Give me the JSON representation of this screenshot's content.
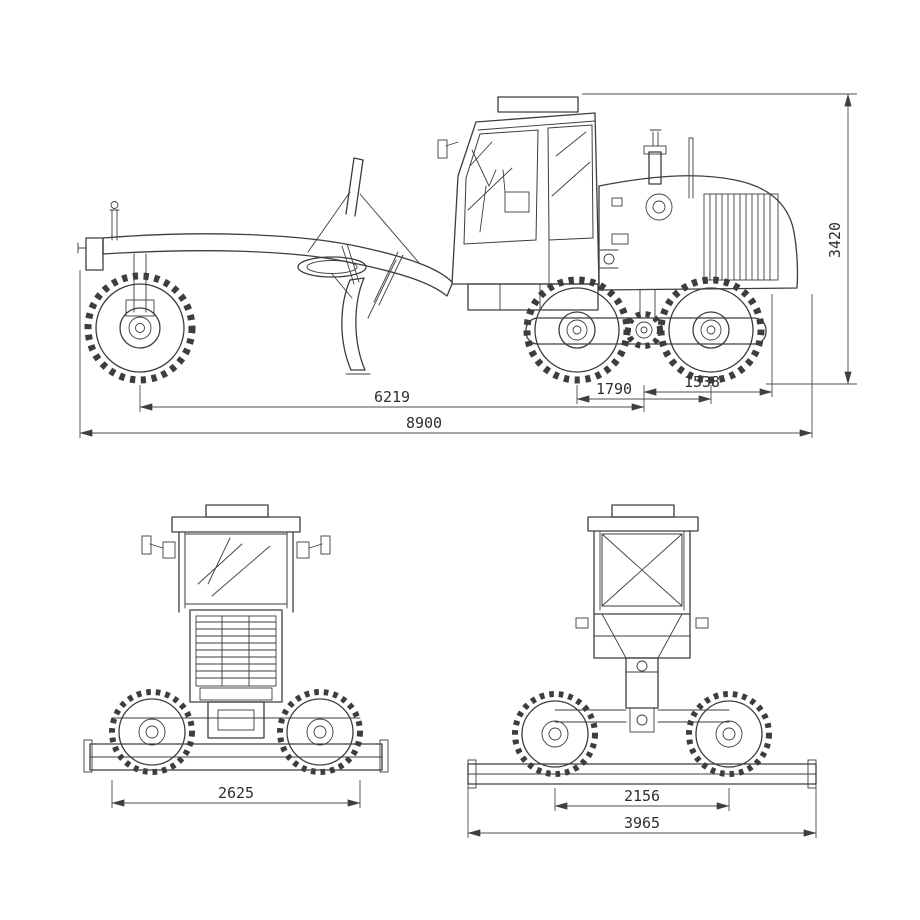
{
  "drawing": {
    "side_view": {
      "overall_height": "3420",
      "wheelbase": "6219",
      "tandem_spacing": "1790",
      "rear_section": "1538",
      "overall_length": "8900"
    },
    "front_view": {
      "track_width": "2625"
    },
    "rear_view": {
      "track_width": "2156",
      "blade_width": "3965"
    }
  }
}
